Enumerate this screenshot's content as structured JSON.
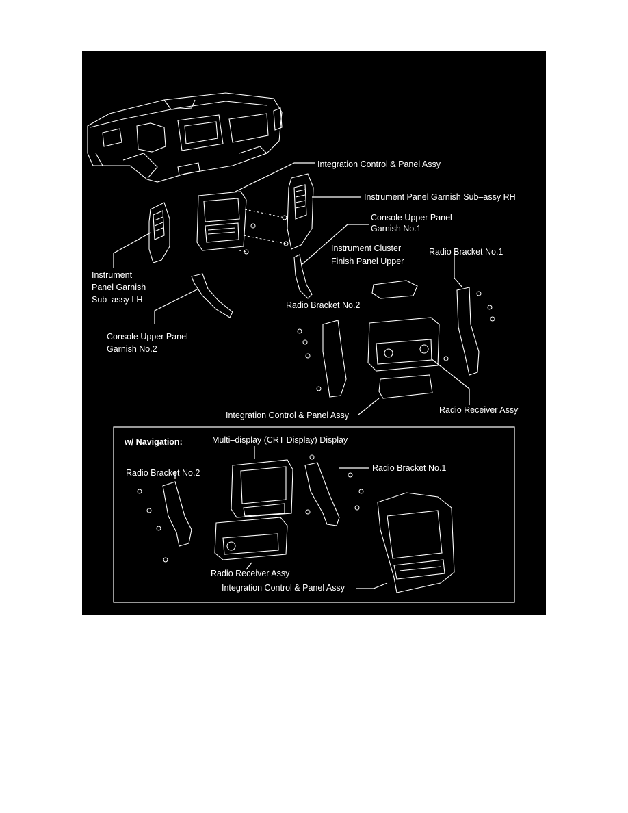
{
  "labels": {
    "integration_top": "Integration Control & Panel Assy",
    "garnish_rh": "Instrument Panel Garnish Sub–assy RH",
    "console_no1_line1": "Console Upper Panel",
    "console_no1_line2": "Garnish No.1",
    "cluster_line1": "Instrument Cluster",
    "cluster_line2": "Finish Panel Upper",
    "radio_bracket_no1": "Radio Bracket No.1",
    "garnish_lh_line1": "Instrument",
    "garnish_lh_line2": "Panel Garnish",
    "garnish_lh_line3": "Sub–assy LH",
    "radio_bracket_no2": "Radio Bracket No.2",
    "console_no2_line1": "Console Upper Panel",
    "console_no2_line2": "Garnish No.2",
    "integration_mid": "Integration Control & Panel Assy",
    "radio_receiver": "Radio Receiver Assy"
  },
  "navigation": {
    "heading": "w/ Navigation:",
    "multi_display": "Multi–display (CRT Display) Display",
    "radio_bracket_no2": "Radio Bracket No.2",
    "radio_bracket_no1": "Radio Bracket No.1",
    "radio_receiver": "Radio Receiver Assy",
    "integration": "Integration Control & Panel Assy"
  },
  "colors": {
    "background": "#000000",
    "ink": "#ffffff",
    "page": "#ffffff"
  }
}
